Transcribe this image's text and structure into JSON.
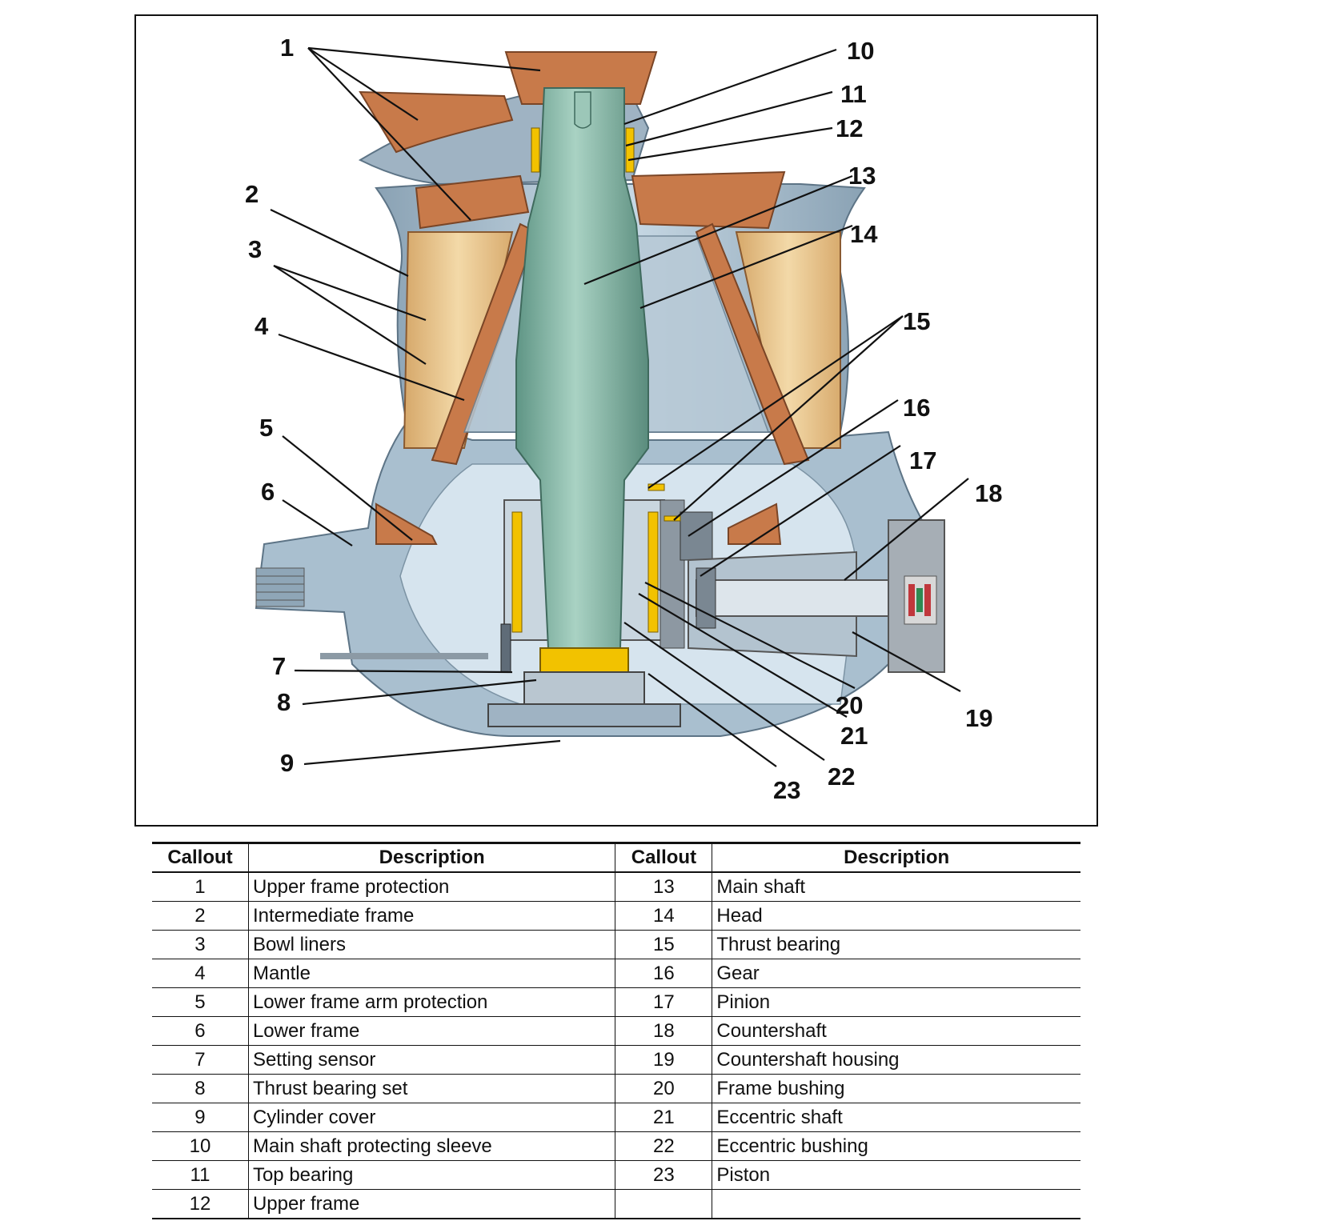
{
  "figure": {
    "callouts": [
      "1",
      "2",
      "3",
      "4",
      "5",
      "6",
      "7",
      "8",
      "9",
      "10",
      "11",
      "12",
      "13",
      "14",
      "15",
      "16",
      "17",
      "18",
      "19",
      "20",
      "21",
      "22",
      "23"
    ],
    "colors": {
      "frame_steel": "#9fb3c3",
      "frame_light": "#c5d6e2",
      "wear_parts": "#c87a4a",
      "liner": "#e8c58c",
      "shaft": "#7fb0a0",
      "bearing": "#f2c200"
    }
  },
  "table": {
    "headers": [
      "Callout",
      "Description",
      "Callout",
      "Description"
    ],
    "left": [
      {
        "callout": "1",
        "description": "Upper frame protection"
      },
      {
        "callout": "2",
        "description": "Intermediate frame"
      },
      {
        "callout": "3",
        "description": "Bowl liners"
      },
      {
        "callout": "4",
        "description": "Mantle"
      },
      {
        "callout": "5",
        "description": "Lower frame arm protection"
      },
      {
        "callout": "6",
        "description": "Lower frame"
      },
      {
        "callout": "7",
        "description": "Setting sensor"
      },
      {
        "callout": "8",
        "description": "Thrust bearing set"
      },
      {
        "callout": "9",
        "description": "Cylinder cover"
      },
      {
        "callout": "10",
        "description": "Main shaft protecting sleeve"
      },
      {
        "callout": "11",
        "description": "Top bearing"
      },
      {
        "callout": "12",
        "description": "Upper frame"
      }
    ],
    "right": [
      {
        "callout": "13",
        "description": "Main shaft"
      },
      {
        "callout": "14",
        "description": "Head"
      },
      {
        "callout": "15",
        "description": "Thrust bearing"
      },
      {
        "callout": "16",
        "description": "Gear"
      },
      {
        "callout": "17",
        "description": "Pinion"
      },
      {
        "callout": "18",
        "description": "Countershaft"
      },
      {
        "callout": "19",
        "description": "Countershaft housing"
      },
      {
        "callout": "20",
        "description": "Frame bushing"
      },
      {
        "callout": "21",
        "description": "Eccentric shaft"
      },
      {
        "callout": "22",
        "description": "Eccentric bushing"
      },
      {
        "callout": "23",
        "description": "Piston"
      },
      {
        "callout": "",
        "description": ""
      }
    ]
  }
}
